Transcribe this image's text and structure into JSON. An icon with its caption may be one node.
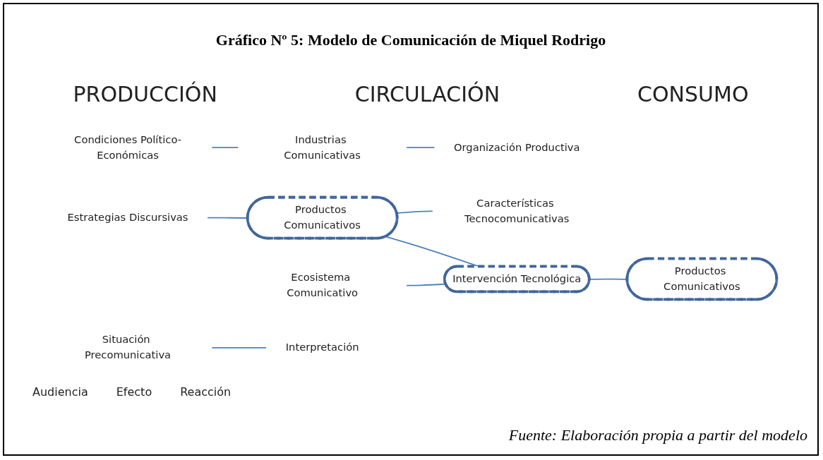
{
  "diagram": {
    "title": "Gráfico Nº 5: Modelo de Comunicación de Miquel Rodrigo",
    "caption": "Fuente: Elaboración propia a partir del modelo",
    "nodes": [
      {
        "text": [
          "Condiciones Político-Económicas"
        ]
      },
      {
        "text": [
          "Industrias Comunicativas"
        ]
      },
      {
        "text": [
          "Organización Productiva"
        ]
      },
      {
        "text": [
          "Estrategias Discursivas"
        ]
      },
      {
        "text": [
          "Productos Comunicativos"
        ]
      },
      {
        "text": [
          "Características Tecnocomunicativas"
        ]
      },
      {
        "text": [
          "Ecosistema Comunicativo"
        ]
      },
      {
        "text": [
          "Intervención Tecnológica"
        ]
      },
      {
        "text": [
          "Productos Comunicativos"
        ]
      },
      {
        "text": [
          "Situación Precomunicativa"
        ]
      },
      {
        "text": [
          "Interpretación"
        ]
      }
    ],
    "edges": [
      {
        "from": 0,
        "to": 1,
        "arrow": "none"
      },
      {
        "from": 1,
        "to": 2,
        "arrow": "none"
      },
      {
        "from": 3,
        "to": 4,
        "arrow": "none"
      },
      {
        "from": 4,
        "to": 5,
        "arrow": "none"
      },
      {
        "from": 4,
        "to": 7,
        "arrow": "none"
      },
      {
        "from": 6,
        "to": 7,
        "arrow": "none"
      },
      {
        "from": 7,
        "to": 8,
        "arrow": "none"
      },
      {
        "from": 9,
        "to": 10,
        "arrow": "none"
      }
    ],
    "labels": [
      "PRODUCCIÓN",
      "CIRCULACIÓN",
      "CONSUMO",
      "Audiencia",
      "Efecto",
      "Reacción"
    ]
  }
}
